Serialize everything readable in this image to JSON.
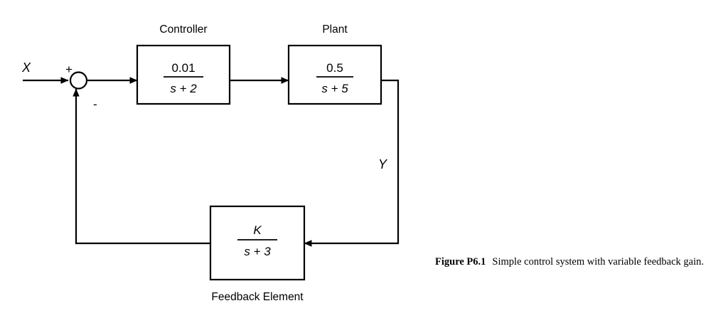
{
  "figure": {
    "caption_head": "Figure P6.1",
    "caption_body": "Simple control system with variable feedback gain."
  },
  "diagram": {
    "type": "block-diagram",
    "signals": {
      "input_label": "X",
      "output_label": "Y",
      "sum_plus": "+",
      "sum_minus": "-"
    },
    "blocks": [
      {
        "id": "controller",
        "title": "Controller",
        "title_position": "above",
        "numerator": "0.01",
        "denominator": "s + 2"
      },
      {
        "id": "plant",
        "title": "Plant",
        "title_position": "above",
        "numerator": "0.5",
        "denominator": "s + 5"
      },
      {
        "id": "feedback",
        "title": "Feedback Element",
        "title_position": "below",
        "numerator": "K",
        "denominator": "s + 3"
      }
    ],
    "colors": {
      "line": "#000000",
      "background": "#ffffff"
    }
  }
}
